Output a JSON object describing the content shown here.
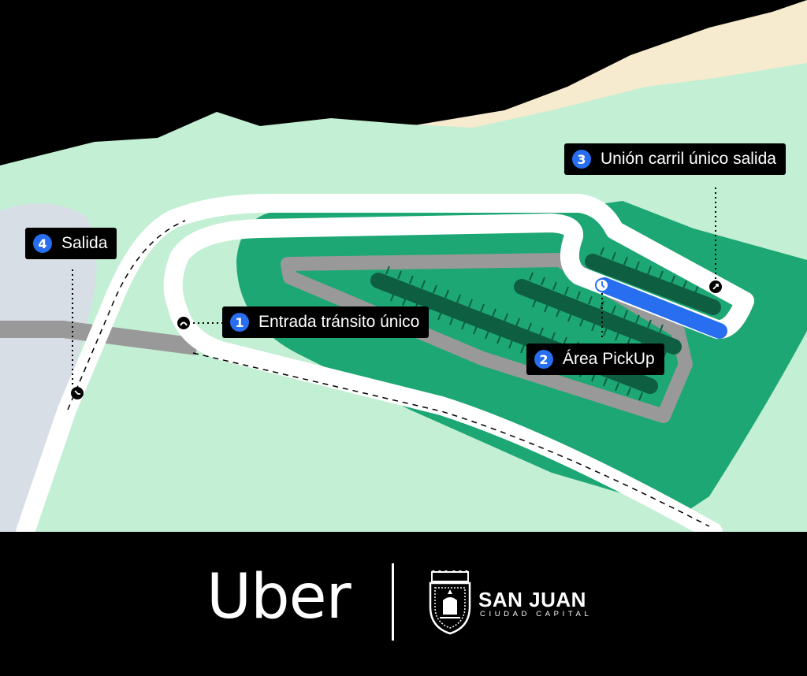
{
  "map": {
    "labels": [
      {
        "number": "1",
        "text": "Entrada tránsito único"
      },
      {
        "number": "2",
        "text": "Área PickUp"
      },
      {
        "number": "3",
        "text": "Unión carril único salida"
      },
      {
        "number": "4",
        "text": "Salida"
      }
    ],
    "colors": {
      "land": "#C3EFD4",
      "lot": "#1DA774",
      "sand": "#F6EBCF",
      "road_side": "#D8DEE6",
      "pickup_lane": "#276EF1",
      "road": "#FFFFFF",
      "lot_drive": "#999999",
      "parking_row": "#0E5E42"
    }
  },
  "footer": {
    "brand": "Uber",
    "partner_name": "SAN JUAN",
    "partner_subtitle": "CIUDAD CAPITAL"
  }
}
